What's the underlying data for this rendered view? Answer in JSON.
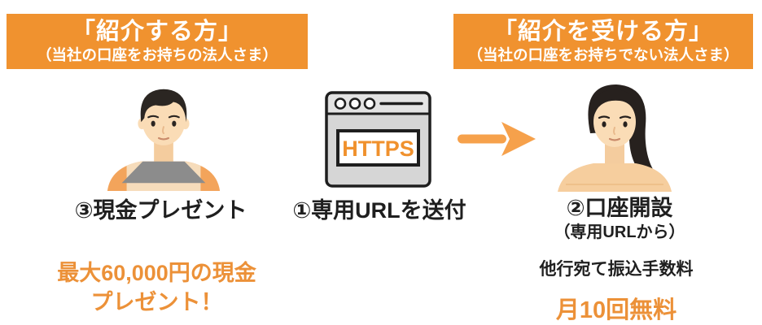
{
  "colors": {
    "banner_orange": "#F0922F",
    "accent_orange_text": "#EC9138",
    "arrow_orange": "#F6A14B",
    "https_orange": "#F0912D",
    "text_black": "#1F1F1F",
    "browser_gray": "#D6D6D6"
  },
  "banners": {
    "referrer": {
      "title": "「紹介する方」",
      "subtitle": "（当社の口座をお持ちの法人さま）"
    },
    "referee": {
      "title": "「紹介を受ける方」",
      "subtitle": "（当社の口座をお持ちでない法人さま）"
    }
  },
  "icons": {
    "referrer_avatar": "male-avatar",
    "browser": "browser-window-https",
    "arrow": "arrow-right",
    "referee_avatar": "female-avatar"
  },
  "browser": {
    "label": "HTTPS"
  },
  "steps": {
    "cash_present": "③現金プレゼント",
    "send_url": "①専用URLを送付",
    "open_account": "②口座開設",
    "open_account_note": "（専用URLから）"
  },
  "benefits": {
    "referrer_line1": "最大60,000円の現金",
    "referrer_line2": "プレゼント！",
    "referee_line1": "他行宛て振込手数料",
    "referee_line2": "月10回無料"
  }
}
